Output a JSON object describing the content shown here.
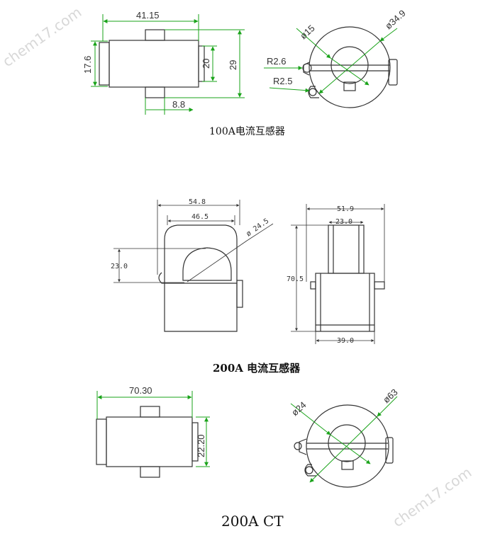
{
  "colors": {
    "outline": "#333333",
    "dimension": "#1aa31a",
    "text": "#333333"
  },
  "watermark": "chem17.com",
  "diagrams": [
    {
      "caption": "100A电流互感器",
      "side_view": {
        "overall_width": "41.15",
        "height_body": "17.6",
        "height_clip": "20",
        "height_total": "29",
        "tab_width": "8.8"
      },
      "round_view": {
        "inner_diameter": "ø15",
        "outer_diameter": "ø34.9",
        "radius_a": "R2.6",
        "radius_b": "R2.5"
      }
    },
    {
      "caption": "200A 电流互感器",
      "front_view": {
        "overall_width": "54.8",
        "inner_width": "46.5",
        "diameter": "ø 24.5",
        "opening_height": "23.0"
      },
      "side_view": {
        "overall_width": "51.9",
        "top_width": "23.0",
        "height_total": "70.5",
        "base_width": "39.0"
      }
    },
    {
      "caption": "200A CT",
      "side_view": {
        "overall_width": "70.30",
        "height": "22.20"
      },
      "round_view": {
        "inner_diameter": "ø24",
        "outer_diameter": "ø63"
      }
    }
  ]
}
